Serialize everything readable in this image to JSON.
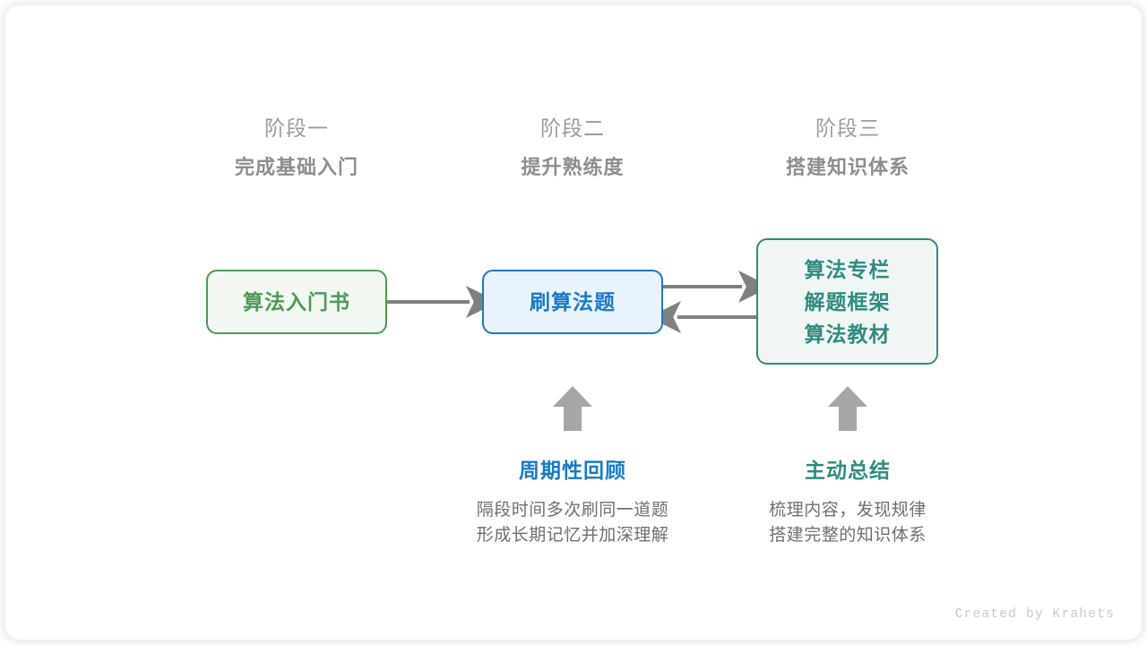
{
  "diagram": {
    "colors": {
      "green": "#4d9a53",
      "green_fill": "#f1f7f1",
      "blue": "#1a7ac5",
      "blue_fill": "#e9f3fd",
      "teal": "#2f8b80",
      "teal_fill": "#eff6f4",
      "arrow_gray": "#808080",
      "heading_gray": "#9b9b9b",
      "subheading_gray": "#8d8d8d",
      "body_gray": "#6f6f6f",
      "credit_gray": "#c8c8c8"
    },
    "stages": [
      {
        "phase": "阶段一",
        "title": "完成基础入门"
      },
      {
        "phase": "阶段二",
        "title": "提升熟练度"
      },
      {
        "phase": "阶段三",
        "title": "搭建知识体系"
      }
    ],
    "nodes": {
      "book": {
        "lines": [
          "算法入门书"
        ]
      },
      "practice": {
        "lines": [
          "刷算法题"
        ]
      },
      "resources": {
        "lines": [
          "算法专栏",
          "解题框架",
          "算法教材"
        ]
      }
    },
    "annotations": [
      {
        "title": "周期性回顾",
        "desc_line1": "隔段时间多次刷同一道题",
        "desc_line2": "形成长期记忆并加深理解"
      },
      {
        "title": "主动总结",
        "desc_line1": "梳理内容，发现规律",
        "desc_line2": "搭建完整的知识体系"
      }
    ],
    "footer": {
      "credit": "Created by Krahets"
    }
  }
}
